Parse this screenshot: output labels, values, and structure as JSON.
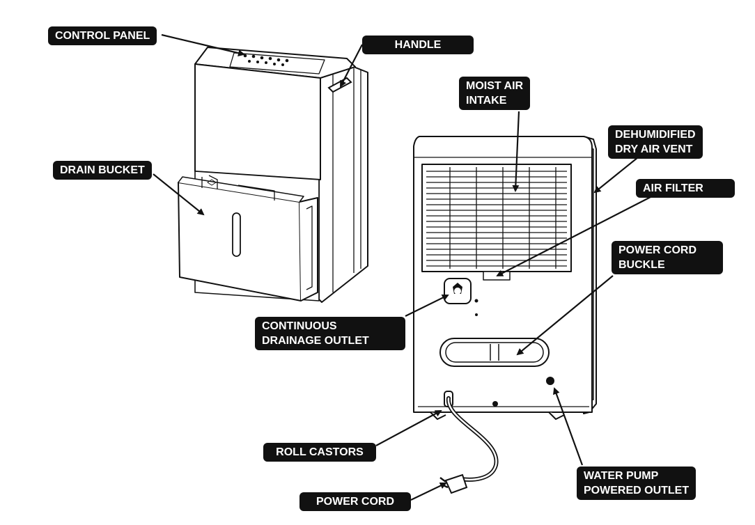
{
  "labels": {
    "control_panel": "CONTROL PANEL",
    "handle": "HANDLE",
    "drain_bucket": "DRAIN BUCKET",
    "moist_air_intake": [
      "MOIST AIR",
      "INTAKE"
    ],
    "dehumidified_vent": [
      "DEHUMIDIFIED",
      "DRY AIR VENT"
    ],
    "air_filter": "AIR FILTER",
    "power_cord_buckle": [
      "POWER CORD",
      "BUCKLE"
    ],
    "continuous_drainage": [
      "CONTINUOUS",
      "DRAINAGE OUTLET"
    ],
    "roll_castors": "ROLL CASTORS",
    "power_cord": "POWER CORD",
    "water_pump_outlet": [
      "WATER PUMP",
      "POWERED OUTLET"
    ]
  },
  "colors": {
    "label_bg": "#111111",
    "label_text": "#ffffff",
    "line": "#111111"
  }
}
